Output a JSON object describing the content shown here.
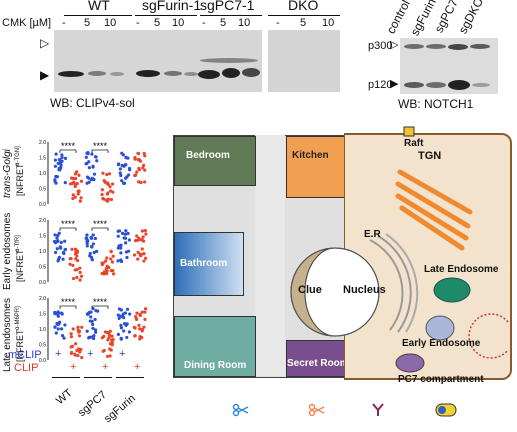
{
  "panel_a": {
    "groups": [
      "WT",
      "sgFurin-1",
      "sgPC7-1",
      "DKO"
    ],
    "cmk_label": "CMK [µM]",
    "cmk_values": [
      "-",
      "5",
      "10",
      "-",
      "5",
      "10",
      "-",
      "5",
      "10",
      "-",
      "5",
      "10"
    ],
    "wb_label": "WB: CLIPv4-sol"
  },
  "panel_b": {
    "lanes": [
      "control",
      "sgFurin",
      "sgPC7",
      "sgDKO"
    ],
    "p300": "p300",
    "p120": "p120",
    "wb_label": "WB: NOTCH1"
  },
  "panel_c": {
    "sections": [
      {
        "label_top": "trans-Golgi",
        "label_bottom": "[NFRET",
        "sub": "α-TGN]"
      },
      {
        "label_top": "Early endosomes",
        "label_bottom": "[NFRET",
        "sub": "α-TfR]"
      },
      {
        "label_top": "Late endosomes",
        "label_bottom": "[NFRET",
        "sub": "α-M6PR]"
      }
    ],
    "significance": "****",
    "yticks": [
      "2.0",
      "1.5",
      "1.0",
      "0.5",
      "0.0"
    ],
    "mclip": "mCLIP",
    "clip": "CLIP",
    "plus": "+",
    "genotypes": [
      "WT",
      "sgPC7",
      "sgFurin"
    ]
  },
  "panel_d": {
    "rooms": {
      "bedroom": "Bedroom",
      "kitchen": "Kitchen",
      "bathroom": "Bathroom",
      "dining": "Dining Room",
      "secret": "Secret Room"
    },
    "clue": "Clue",
    "cell": {
      "nucleus": "Nucleus",
      "er": "E.R",
      "tgn": "TGN",
      "raft": "Raft",
      "late_endosome": "Late Endosome",
      "early_endosome": "Early Endosome",
      "pc7_compartment": "PC7 compartment"
    },
    "colors": {
      "bedroom": "#5f7a54",
      "kitchen": "#f0a050",
      "bathroom": "#2e6fb8",
      "dining": "#6fada2",
      "secret": "#7a4e8e",
      "cell": "#f3e3cc",
      "clue": "#c7b08c"
    }
  }
}
